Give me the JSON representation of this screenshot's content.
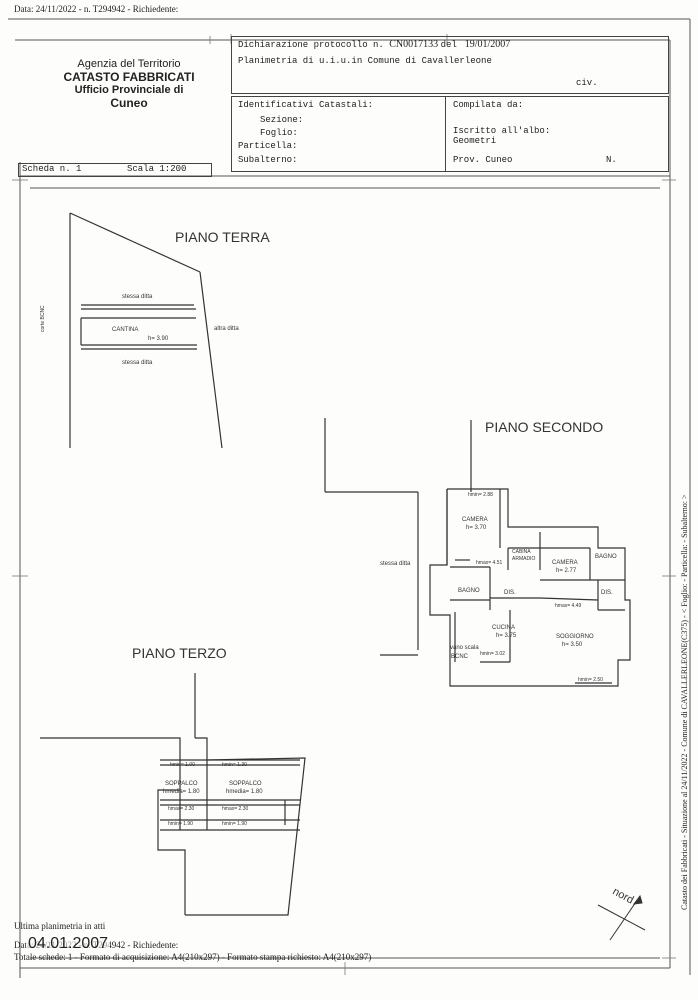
{
  "top_stamp": "Data: 24/11/2022 - n. T294942 - Richiedente:",
  "agency": {
    "line1": "Agenzia del Territorio",
    "line2": "CATASTO FABBRICATI",
    "line3": "Ufficio Provinciale di",
    "line4": "Cuneo"
  },
  "header": {
    "dichiarazione_label": "Dichiarazione protocollo n.",
    "protocollo": "CN0017133",
    "del_label": "del",
    "date": "19/01/2007",
    "planimetria": "Planimetria di u.i.u.in Comune di Cavallerleone",
    "civ": "civ."
  },
  "identificativi": {
    "title": "Identificativi Catastali:",
    "sezione": "Sezione:",
    "foglio": "Foglio:",
    "particella": "Particella:",
    "subalterno": "Subalterno:"
  },
  "compilata": {
    "title": "Compilata da:",
    "iscritto": "Iscritto all'albo:",
    "albo": "Geometri",
    "prov": "Prov. Cuneo",
    "n": "N."
  },
  "scheda": {
    "label": "Scheda n. 1",
    "scala": "Scala 1:200"
  },
  "plans": {
    "terra": {
      "title": "PIANO TERRA",
      "stessa_ditta_1": "stessa ditta",
      "cantina": "CANTINA",
      "h_cantina": "h= 3.90",
      "altra_ditta": "altra ditta",
      "stessa_ditta_2": "stessa ditta",
      "corte_bcnc": "corte BCNC"
    },
    "secondo": {
      "title": "PIANO SECONDO",
      "hmin_top": "hmin= 2.88",
      "camera1": "CAMERA",
      "h_camera1": "h= 3.70",
      "cabina": "CABINA",
      "armadio": "ARMADIO",
      "camera2": "CAMERA",
      "h_camera2": "h= 2.77",
      "bagno1": "BAGNO",
      "bagno2": "BAGNO",
      "dis1": "DIS.",
      "dis2": "DIS.",
      "hmax_1": "hmax= 4.51",
      "hmax_2": "hmax= 4.49",
      "cucina": "CUCINA",
      "h_cucina": "h= 3.75",
      "soggiorno": "SOGGIORNO",
      "h_soggiorno": "h= 3.50",
      "hmin_cucina": "hmin= 3.02",
      "hmin_sogg": "hmin= 2.50",
      "vano_scala": "vano scala",
      "bcnc": "BCNC",
      "stessa_ditta": "stessa ditta"
    },
    "terzo": {
      "title": "PIANO TERZO",
      "hmin_1": "hmin= 1.00",
      "hmin_2": "hmin= 1.30",
      "soppalco1": "SOPPALCO",
      "hmedia1": "hmedia= 1.80",
      "soppalco2": "SOPPALCO",
      "hmedia2": "hmedia= 1.80",
      "hmax_1": "hmax= 2.30",
      "hmax_2": "hmax= 2.30",
      "hmin_3": "hmin= 1.90",
      "hmin_4": "hmin= 1.90"
    },
    "nord": "nord"
  },
  "side_text": "Catasto dei Fabbricati - Situazione al 24/11/2022 - Comune di CAVALLERLEONE(C375) - < Foglio: - Particella: - Subalterno: >",
  "footer": {
    "ultima": "Ultima planimetria in atti",
    "stamp_date": "04.01.2007",
    "data_line": "Data: 24/11/2022 - n. T294942 - Richiedente:",
    "totale": "Totale schede: 1 - Formato di acquisizione: A4(210x297) - Formato stampa richiesto: A4(210x297)"
  }
}
